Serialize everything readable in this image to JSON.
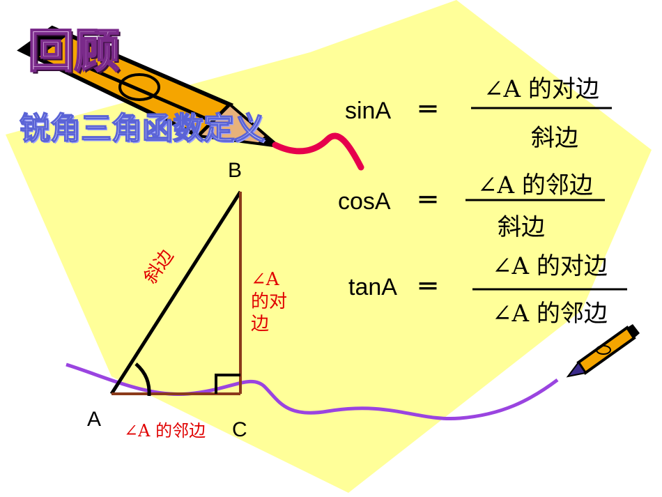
{
  "title": "回顾",
  "subtitle": "锐角三角函数定义",
  "formulas": [
    {
      "fn": "sinA",
      "eq": "═",
      "numerator": "∠A 的对边",
      "denominator": "斜边"
    },
    {
      "fn": "cosA",
      "eq": "═",
      "numerator": "∠A 的邻边",
      "denominator": "斜边"
    },
    {
      "fn": "tanA",
      "eq": "═",
      "numerator": "∠A 的对边",
      "denominator": "∠A 的邻边"
    }
  ],
  "triangle": {
    "vertex_a": "A",
    "vertex_b": "B",
    "vertex_c": "C",
    "hypotenuse_label": "斜边",
    "opposite_label": [
      "∠A",
      "的对",
      "边"
    ],
    "adjacent_label": "∠A 的邻边"
  },
  "colors": {
    "background_shape": "#ffff99",
    "labels": "#e00000",
    "curve": "#9a44e0",
    "pencil": "#f5a500"
  }
}
